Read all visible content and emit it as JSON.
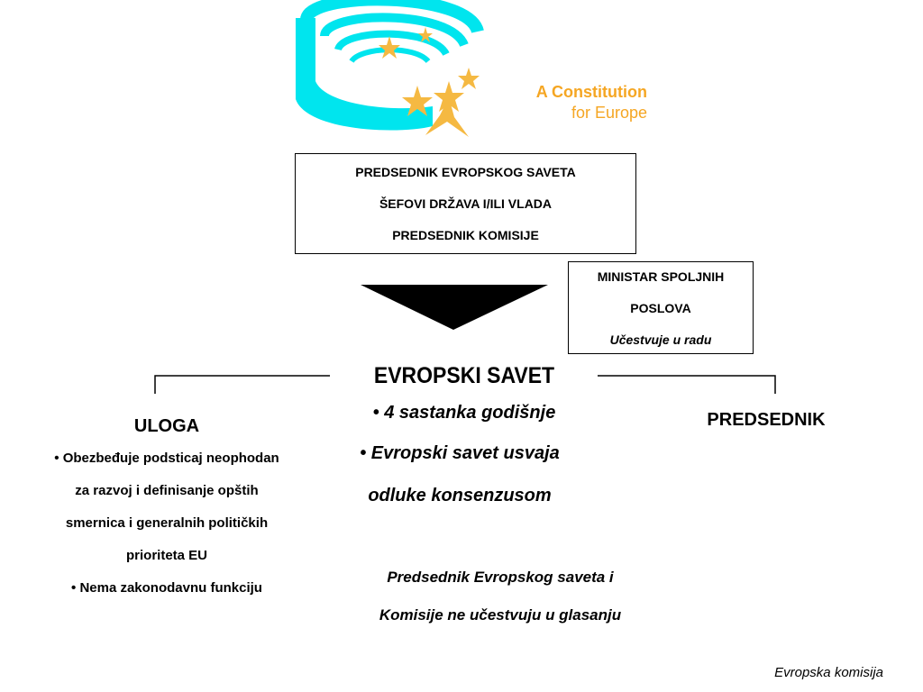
{
  "logo": {
    "line1": "A Constitution",
    "line2": "for Europe",
    "colors": {
      "parliament": "#00e5ee",
      "stars": "#f5b942",
      "text": "#f5a623"
    }
  },
  "top_box": {
    "line1": "PREDSEDNIK EVROPSKOG SAVETA",
    "line2": "ŠEFOVI DRŽAVA I/ILI VLADA",
    "line3": "PREDSEDNIK KOMISIJE"
  },
  "minister_box": {
    "line1": "MINISTAR SPOLJNIH",
    "line2": "POSLOVA",
    "line3": "Učestvuje u radu"
  },
  "center": {
    "title": "EVROPSKI SAVET",
    "bullet1": "4 sastanka godišnje",
    "bullet2_line1": "Evropski savet usvaja",
    "bullet2_line2": "odluke konsenzusom",
    "note_line1": "Predsednik Evropskog saveta i",
    "note_line2": "Komisije ne učestvuju u glasanju"
  },
  "left": {
    "heading": "ULOGA",
    "lines": [
      "Obezbeđuje podsticaj neophodan",
      "za razvoj i definisanje opštih",
      "smernica i generalnih političkih",
      "prioriteta EU"
    ],
    "bullet2": "Nema zakonodavnu funkciju"
  },
  "right": {
    "heading": "PREDSEDNIK"
  },
  "footer": "Evropska komisija"
}
